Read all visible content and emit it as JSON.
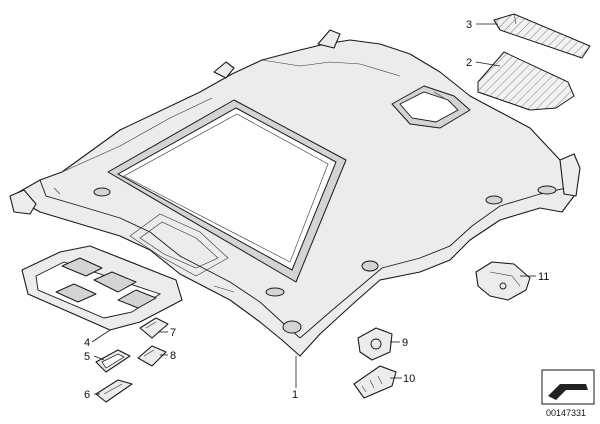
{
  "callouts": [
    {
      "id": "1",
      "label": "1"
    },
    {
      "id": "2",
      "label": "2"
    },
    {
      "id": "3",
      "label": "3"
    },
    {
      "id": "4",
      "label": "4"
    },
    {
      "id": "5",
      "label": "5"
    },
    {
      "id": "6",
      "label": "6"
    },
    {
      "id": "7",
      "label": "7"
    },
    {
      "id": "8",
      "label": "8"
    },
    {
      "id": "9",
      "label": "9"
    },
    {
      "id": "10",
      "label": "10"
    },
    {
      "id": "11",
      "label": "11"
    }
  ],
  "diagram_code": "00147331",
  "colors": {
    "line": "#1a1a1a",
    "fill": "#ececec",
    "shade": "#d4d4d4"
  }
}
